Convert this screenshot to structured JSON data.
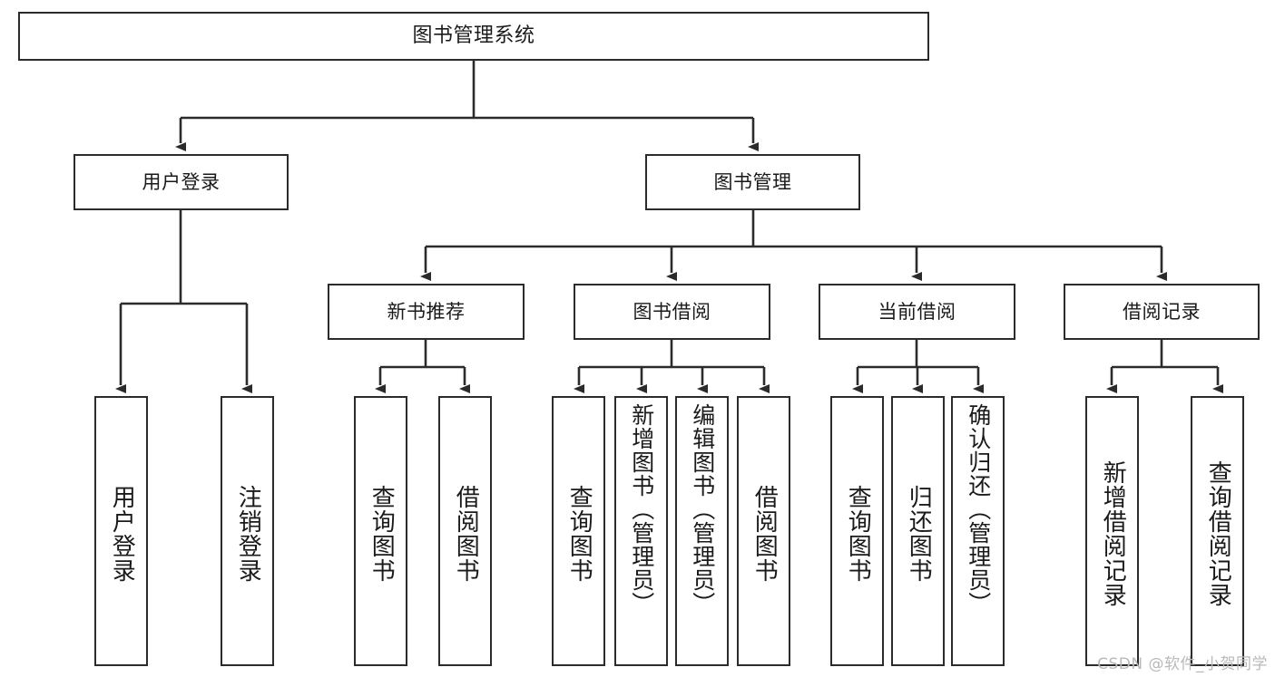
{
  "diagram": {
    "title": "图书管理系统",
    "type": "hierarchy-tree",
    "line_color": "#2b2b2b",
    "box_fill": "#ffffff",
    "text_color": "#1a1a1a",
    "levels": 4
  },
  "root": {
    "label": "图书管理系统"
  },
  "level2": [
    {
      "label": "用户登录"
    },
    {
      "label": "图书管理"
    }
  ],
  "level3": [
    {
      "label": "新书推荐"
    },
    {
      "label": "图书借阅"
    },
    {
      "label": "当前借阅"
    },
    {
      "label": "借阅记录"
    }
  ],
  "leaves_user_login": [
    {
      "label": "用户登录"
    },
    {
      "label": "注销登录"
    }
  ],
  "leaves_new_book": [
    {
      "label": "查询图书"
    },
    {
      "label": "借阅图书"
    }
  ],
  "leaves_borrow": [
    {
      "label": "查询图书"
    },
    {
      "label": "新增图书（管理员）"
    },
    {
      "label": "编辑图书（管理员）"
    },
    {
      "label": "借阅图书"
    }
  ],
  "leaves_current": [
    {
      "label": "查询图书"
    },
    {
      "label": "归还图书"
    },
    {
      "label": "确认归还（管理员）"
    }
  ],
  "leaves_records": [
    {
      "label": "新增借阅记录"
    },
    {
      "label": "查询借阅记录"
    }
  ],
  "watermark": {
    "text": "CSDN @软件_小贺同学"
  }
}
